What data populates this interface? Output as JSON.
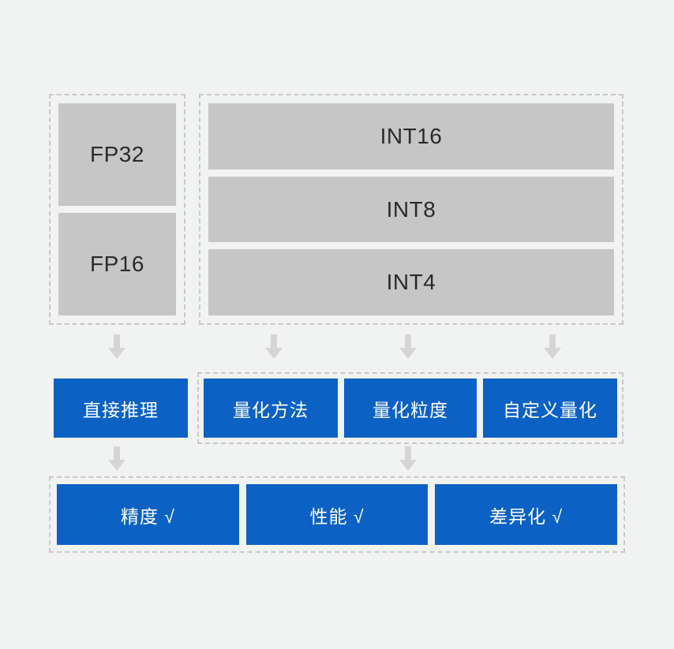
{
  "diagram": {
    "source_formats": {
      "float_group": {
        "items": [
          {
            "label": "FP32"
          },
          {
            "label": "FP16"
          }
        ]
      },
      "int_group": {
        "items": [
          {
            "label": "INT16"
          },
          {
            "label": "INT8"
          },
          {
            "label": "INT4"
          }
        ]
      }
    },
    "process": {
      "direct_inference": {
        "label": "直接推理"
      },
      "quantization_group": {
        "items": [
          {
            "label": "量化方法"
          },
          {
            "label": "量化粒度"
          },
          {
            "label": "自定义量化"
          }
        ]
      }
    },
    "results_group": {
      "items": [
        {
          "label": "精度 √"
        },
        {
          "label": "性能 √"
        },
        {
          "label": "差异化 √"
        }
      ]
    },
    "colors": {
      "background": "#f1f2f2",
      "box_gray": "#c6c6c6",
      "box_text": "#2b2b2b",
      "dashed_border": "#c8c8c8",
      "accent_blue": "#0c61c4",
      "button_text": "#ffffff",
      "arrow": "#d5d5d5"
    }
  }
}
